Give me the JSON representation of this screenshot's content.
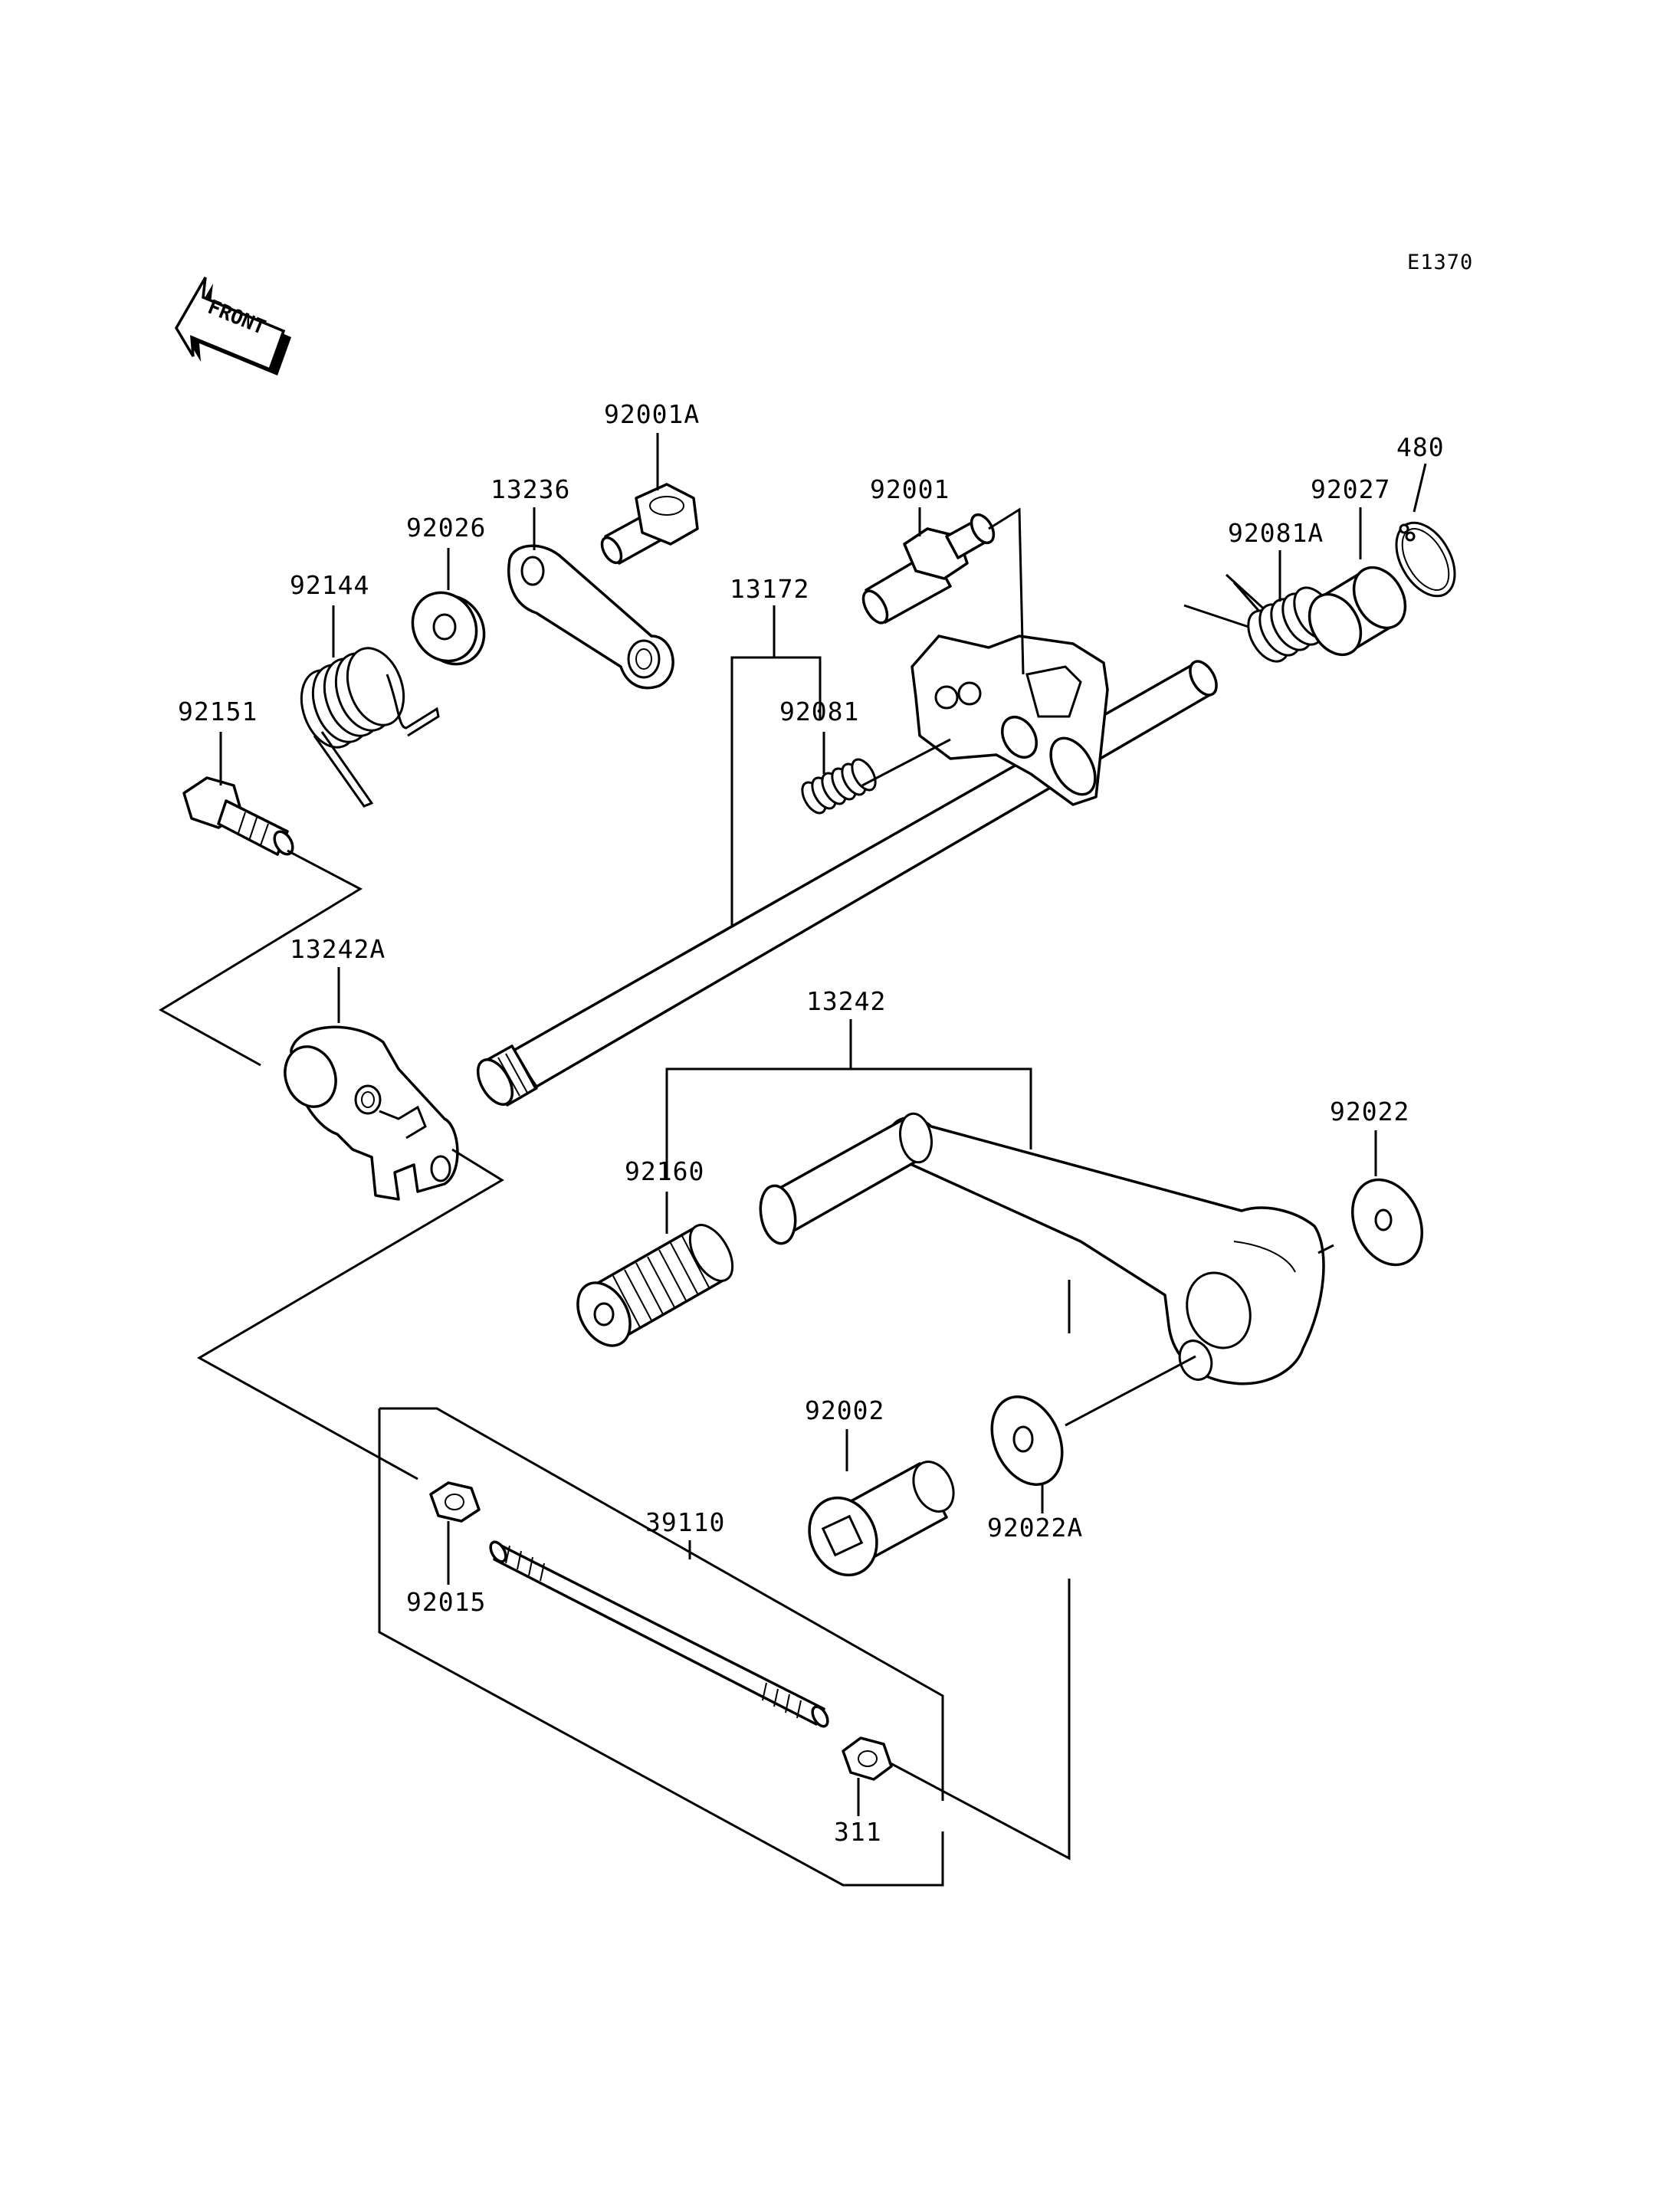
{
  "diagram": {
    "code": "E1370",
    "front_label": "FRONT",
    "parts": [
      {
        "label": "92001A"
      },
      {
        "label": "13236"
      },
      {
        "label": "92001"
      },
      {
        "label": "480"
      },
      {
        "label": "92027"
      },
      {
        "label": "92026"
      },
      {
        "label": "92081A"
      },
      {
        "label": "92144"
      },
      {
        "label": "13172"
      },
      {
        "label": "92151"
      },
      {
        "label": "92081"
      },
      {
        "label": "13242A"
      },
      {
        "label": "13242"
      },
      {
        "label": "92022"
      },
      {
        "label": "92160"
      },
      {
        "label": "92002"
      },
      {
        "label": "39110"
      },
      {
        "label": "92022A"
      },
      {
        "label": "92015"
      },
      {
        "label": "311"
      }
    ]
  }
}
